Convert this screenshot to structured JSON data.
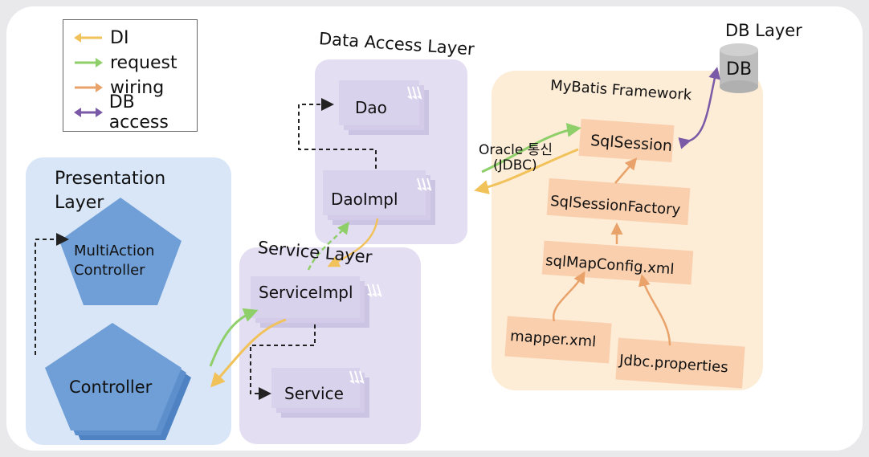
{
  "legend": {
    "items": [
      {
        "label": "DI",
        "color": "#f2c25a",
        "heads": "left"
      },
      {
        "label": "request",
        "color": "#8fcf6a",
        "heads": "right"
      },
      {
        "label": "wiring",
        "color": "#e9a36a",
        "heads": "right"
      },
      {
        "label": "DB access",
        "color": "#7a5aa6",
        "heads": "both"
      }
    ]
  },
  "layers": {
    "db": {
      "title": "DB Layer",
      "node": "DB"
    },
    "data_access": {
      "title": "Data Access Layer",
      "dao": "Dao",
      "dao_impl": "DaoImpl"
    },
    "mybatis": {
      "title": "MyBatis Framework",
      "sql_session": "SqlSession",
      "sql_session_factory": "SqlSessionFactory",
      "sql_map_config": "sqlMapConfig.xml",
      "mapper": "mapper.xml",
      "jdbc_properties": "Jdbc.properties",
      "oracle_line1": "Oracle 통신",
      "oracle_line2": "(JDBC)"
    },
    "presentation": {
      "title_line1": "Presentation",
      "title_line2": "Layer",
      "multiaction_line1": "MultiAction",
      "multiaction_line2": "Controller",
      "controller": "Controller"
    },
    "service": {
      "title": "Service Layer",
      "service_impl": "ServiceImpl",
      "service": "Service"
    }
  },
  "colors": {
    "presentation_bg": "#d8e6f8",
    "pentagon": "#6f9fd6",
    "data_access_bg": "#e3def2",
    "service_bg": "#e3def2",
    "stack_card": "#d6cfe9",
    "mybatis_bg": "#fdecd6",
    "mybatis_box": "#f9cfae",
    "db_cylinder": "#bdbdbd"
  }
}
